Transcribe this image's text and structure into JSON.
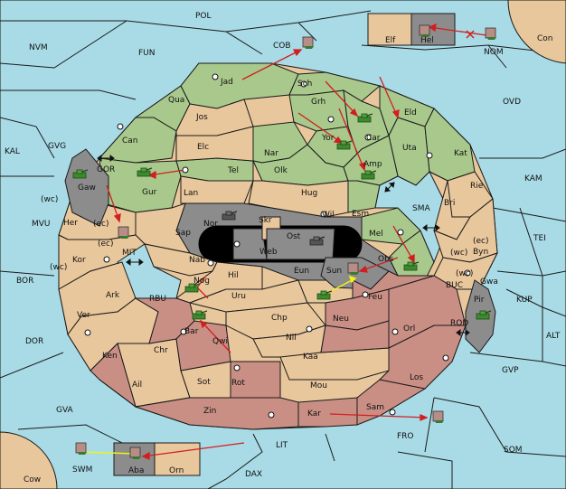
{
  "colors": {
    "sea": "#a9dbe7",
    "green": "#a9c98c",
    "tan": "#e9c79c",
    "red": "#c98f85",
    "grey": "#8c8c8c",
    "lake": "#a9dbe7",
    "arrow_red": "#d11f1f",
    "arrow_yellow": "#f2f21a",
    "tank": "#3d8a2e",
    "fleet": "#b78e86"
  },
  "labels": {
    "POL": "POL",
    "NVM": "NVM",
    "FUN": "FUN",
    "COB": "COB",
    "Con": "Con",
    "Elf": "Elf",
    "Hel": "Hel",
    "NOM": "NOM",
    "OVD": "OVD",
    "KAL": "KAL",
    "GVG": "GVG",
    "GOR": "GOR",
    "KAM": "KAM",
    "SMA": "SMA",
    "TEI": "TEI",
    "MVU": "MVU",
    "MIT": "MIT",
    "BOR": "BOR",
    "RBU": "RBU",
    "BUC": "BUC",
    "KUP": "KUP",
    "DOR": "DOR",
    "ROD": "ROD",
    "ALT": "ALT",
    "GVP": "GVP",
    "GVA": "GVA",
    "FRO": "FRO",
    "SOM": "SOM",
    "LIT": "LIT",
    "SWM": "SWM",
    "Aba": "Aba",
    "Orn": "Orn",
    "DAX": "DAX",
    "Cow": "Cow",
    "Jad": "Jad",
    "Sch": "Sch",
    "Qua": "Qua",
    "Jos": "Jos",
    "Grh": "Grh",
    "Eld": "Eld",
    "Can": "Can",
    "Elc": "Elc",
    "Nar": "Nar",
    "Yor": "Yor",
    "Car": "Car",
    "Uta": "Uta",
    "Kat": "Kat",
    "Tel": "Tel",
    "Olk": "Olk",
    "Amp": "Amp",
    "Gaw": "Gaw",
    "Gur": "Gur",
    "Lan": "Lan",
    "Hug": "Hug",
    "Rie": "Rie",
    "Bri": "Bri",
    "Wil": "Wil",
    "Esm": "Esm",
    "Nor": "Nor",
    "Skr": "Skr",
    "Ost": "Ost",
    "Her": "Her",
    "Sap": "Sap",
    "Web": "Web",
    "Mel": "Mel",
    "Byn": "Byn",
    "Kor": "Kor",
    "Nab": "Nab",
    "Eun": "Eun",
    "Sun": "Sun",
    "Obs": "Obs",
    "Gwa": "Gwa",
    "Ark": "Ark",
    "Hil": "Hil",
    "Nog": "Nog",
    "Uru": "Uru",
    "Feu": "Feu",
    "Pir": "Pir",
    "Ver": "Ver",
    "Chp": "Chp",
    "Neu": "Neu",
    "Orl": "Orl",
    "Bar": "Bar",
    "Qwi": "Qwi",
    "Nil": "Nil",
    "Ken": "Ken",
    "Chr": "Chr",
    "Kaa": "Kaa",
    "Ail": "Ail",
    "Sot": "Sot",
    "Rot": "Rot",
    "Mou": "Mou",
    "Los": "Los",
    "Zin": "Zin",
    "Kar": "Kar",
    "Sam": "Sam",
    "wc": "(wc)",
    "ec": "(ec)"
  }
}
